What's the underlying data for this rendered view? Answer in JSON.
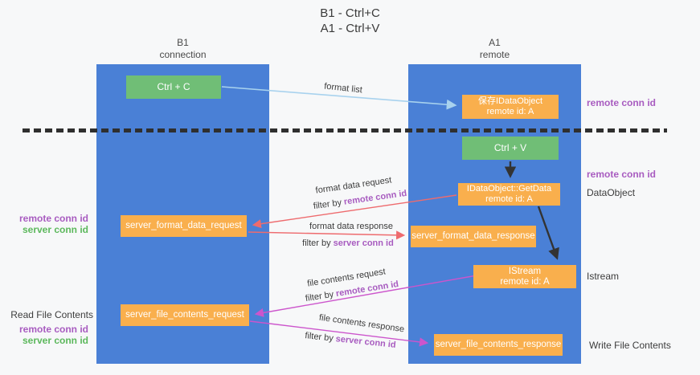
{
  "title": {
    "line1": "B1 - Ctrl+C",
    "line2": "A1 - Ctrl+V"
  },
  "columns": {
    "left": {
      "name": "B1",
      "subtitle": "connection"
    },
    "right": {
      "name": "A1",
      "subtitle": "remote"
    }
  },
  "nodes": {
    "ctrl_c": "Ctrl + C",
    "ctrl_v": "Ctrl + V",
    "save_dataobject": {
      "line1": "保存IDataObject",
      "line2": "remote id: A"
    },
    "getdata": {
      "line1": "IDataObject::GetData",
      "line2": "remote id: A"
    },
    "istream": {
      "line1": "IStream",
      "line2": "remote id: A"
    },
    "server_format_data_request": "server_format_data_request",
    "server_format_data_response": "server_format_data_response",
    "server_file_contents_request": "server_file_contents_request",
    "server_file_contents_response": "server_file_contents_response"
  },
  "labels": {
    "remote_conn_id": "remote conn id",
    "server_conn_id": "server conn id",
    "filter_by": "filter by",
    "format_list": "format list",
    "format_data_request": "format data request",
    "format_data_response": "format data response",
    "file_contents_request": "file contents request",
    "file_contents_response": "file contents response",
    "read_file_contents": "Read File Contents",
    "write_file_contents": "Write File Contents",
    "dataobject": "DataObject",
    "istream_side": "Istream"
  },
  "colors": {
    "panel_blue": "#4A80D6",
    "node_green": "#70BE76",
    "node_orange": "#F9AF4D",
    "label_purple": "#A85CC0",
    "label_green": "#5CB85C",
    "arrow_red": "#EE6B6E",
    "arrow_magenta": "#CC55CC",
    "arrow_lightblue": "#A8D2EE",
    "arrow_black": "#333333",
    "divider_dark": "#2F2F2F"
  }
}
